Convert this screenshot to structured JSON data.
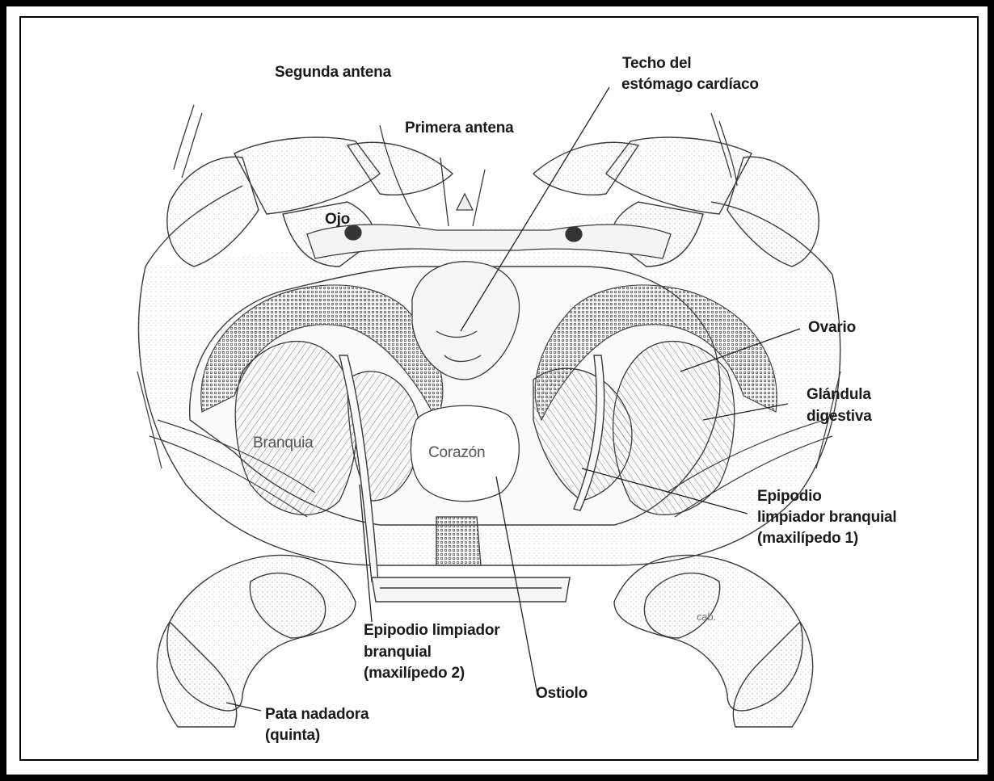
{
  "labels": {
    "segunda_antena": "Segunda antena",
    "primera_antena": "Primera antena",
    "techo_line1": "Techo del",
    "techo_line2": "estómago cardíaco",
    "ojo": "Ojo",
    "ovario": "Ovario",
    "glandula_line1": "Glándula",
    "glandula_line2": "digestiva",
    "branquia": "Branquia",
    "corazon": "Corazón",
    "epipodio1_line1": "Epipodio",
    "epipodio1_line2": "limpiador branquial",
    "epipodio1_line3": "(maxilípedo 1)",
    "epipodio2_line1": "Epipodio limpiador",
    "epipodio2_line2": "branquial",
    "epipodio2_line3": "(maxilípedo 2)",
    "ostiolo": "Ostiolo",
    "pata_line1": "Pata nadadora",
    "pata_line2": "(quinta)",
    "signature": "cab."
  },
  "colors": {
    "ink": "#3a3a3a",
    "stipple": "#9a9a9a",
    "label": "#1a1a1a"
  }
}
